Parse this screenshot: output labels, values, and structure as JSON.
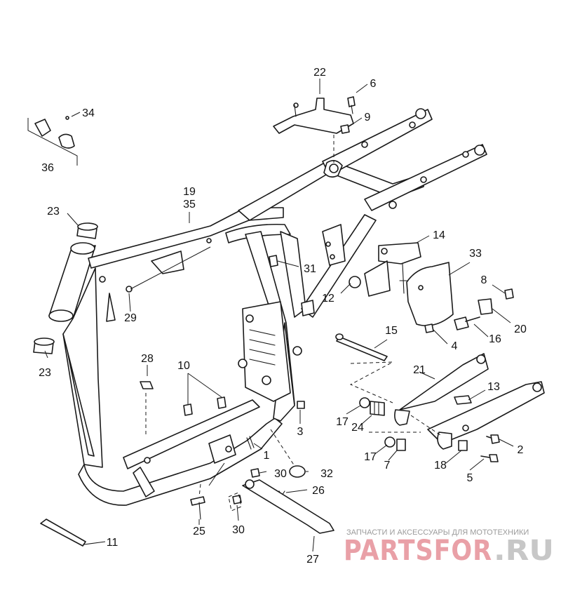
{
  "diagram": {
    "callouts": [
      "22",
      "6",
      "9",
      "34",
      "36",
      "19",
      "35",
      "23",
      "14",
      "33",
      "31",
      "8",
      "29",
      "12",
      "20",
      "16",
      "15",
      "4",
      "28",
      "10",
      "21",
      "13",
      "23",
      "17",
      "24",
      "3",
      "2",
      "17",
      "7",
      "18",
      "1",
      "30",
      "32",
      "5",
      "26",
      "25",
      "30",
      "11",
      "27"
    ]
  },
  "watermark": {
    "tagline": "ЗАПЧАСТИ И АКСЕССУАРЫ ДЛЯ МОТОТЕХНИКИ",
    "brand": "PARTSFOR",
    "domain": ".RU"
  },
  "colors": {
    "ink": "#1a1a1a",
    "watermark_brand": "#e9a0a7",
    "watermark_gray": "#c7c7c7"
  }
}
